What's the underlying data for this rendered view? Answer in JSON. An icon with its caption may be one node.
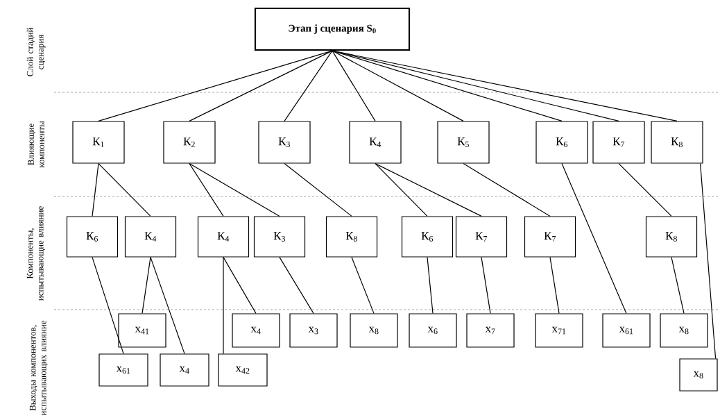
{
  "diagram": {
    "nodes": [
      {
        "text": [
          "Этап j сценария S$_{0}$"
        ]
      },
      {
        "text": [
          "К$_{1}$"
        ]
      },
      {
        "text": [
          "К$_{2}$"
        ]
      },
      {
        "text": [
          "К$_{3}$"
        ]
      },
      {
        "text": [
          "К$_{4}$"
        ]
      },
      {
        "text": [
          "К$_{5}$"
        ]
      },
      {
        "text": [
          "К$_{6}$"
        ]
      },
      {
        "text": [
          "К$_{7}$"
        ]
      },
      {
        "text": [
          "К$_{8}$"
        ]
      },
      {
        "text": [
          "К$_{6}$"
        ]
      },
      {
        "text": [
          "К$_{4}$"
        ]
      },
      {
        "text": [
          "К$_{4}$"
        ]
      },
      {
        "text": [
          "К$_{3}$"
        ]
      },
      {
        "text": [
          "К$_{8}$"
        ]
      },
      {
        "text": [
          "К$_{6}$"
        ]
      },
      {
        "text": [
          "К$_{7}$"
        ]
      },
      {
        "text": [
          "К$_{7}$"
        ]
      },
      {
        "text": [
          "К$_{8}$"
        ]
      },
      {
        "text": [
          "x$_{41}$"
        ]
      },
      {
        "text": [
          "x$_{4}$"
        ]
      },
      {
        "text": [
          "x$_{3}$"
        ]
      },
      {
        "text": [
          "x$_{8}$"
        ]
      },
      {
        "text": [
          "x$_{6}$"
        ]
      },
      {
        "text": [
          "x$_{7}$"
        ]
      },
      {
        "text": [
          "x$_{71}$"
        ]
      },
      {
        "text": [
          "x$_{61}$"
        ]
      },
      {
        "text": [
          "x$_{8}$"
        ]
      },
      {
        "text": [
          "x$_{61}$"
        ]
      },
      {
        "text": [
          "x$_{4}$"
        ]
      },
      {
        "text": [
          "x$_{42}$"
        ]
      },
      {
        "text": [
          "x$_{8}$"
        ]
      }
    ],
    "edges": [
      {
        "from": 0,
        "to": 1,
        "arrow": "none"
      },
      {
        "from": 0,
        "to": 2,
        "arrow": "none"
      },
      {
        "from": 0,
        "to": 3,
        "arrow": "none"
      },
      {
        "from": 0,
        "to": 4,
        "arrow": "none"
      },
      {
        "from": 0,
        "to": 5,
        "arrow": "none"
      },
      {
        "from": 0,
        "to": 6,
        "arrow": "none"
      },
      {
        "from": 0,
        "to": 7,
        "arrow": "none"
      },
      {
        "from": 0,
        "to": 8,
        "arrow": "none"
      },
      {
        "from": 1,
        "to": 9,
        "arrow": "none"
      },
      {
        "from": 1,
        "to": 10,
        "arrow": "none"
      },
      {
        "from": 2,
        "to": 11,
        "arrow": "none"
      },
      {
        "from": 2,
        "to": 12,
        "arrow": "none"
      },
      {
        "from": 3,
        "to": 13,
        "arrow": "none"
      },
      {
        "from": 4,
        "to": 14,
        "arrow": "none"
      },
      {
        "from": 4,
        "to": 15,
        "arrow": "none"
      },
      {
        "from": 5,
        "to": 16,
        "arrow": "none"
      },
      {
        "from": 6,
        "to": 25,
        "arrow": "none"
      },
      {
        "from": 7,
        "to": 17,
        "arrow": "none"
      },
      {
        "from": 8,
        "to": 30,
        "arrow": "none"
      },
      {
        "from": 9,
        "to": 27,
        "arrow": "none"
      },
      {
        "from": 10,
        "to": 18,
        "arrow": "none"
      },
      {
        "from": 10,
        "to": 28,
        "arrow": "none"
      },
      {
        "from": 11,
        "to": 29,
        "arrow": "none"
      },
      {
        "from": 11,
        "to": 19,
        "arrow": "none"
      },
      {
        "from": 12,
        "to": 20,
        "arrow": "none"
      },
      {
        "from": 13,
        "to": 21,
        "arrow": "none"
      },
      {
        "from": 14,
        "to": 22,
        "arrow": "none"
      },
      {
        "from": 15,
        "to": 23,
        "arrow": "none"
      },
      {
        "from": 16,
        "to": 24,
        "arrow": "none"
      },
      {
        "from": 17,
        "to": 26,
        "arrow": "none"
      }
    ],
    "labels": [
      "Слой стадий сценария",
      "Влияющие компоненты",
      "Компоненты, испытывающие влияние",
      "Выходы компонентов, испытывающих влияние"
    ]
  }
}
